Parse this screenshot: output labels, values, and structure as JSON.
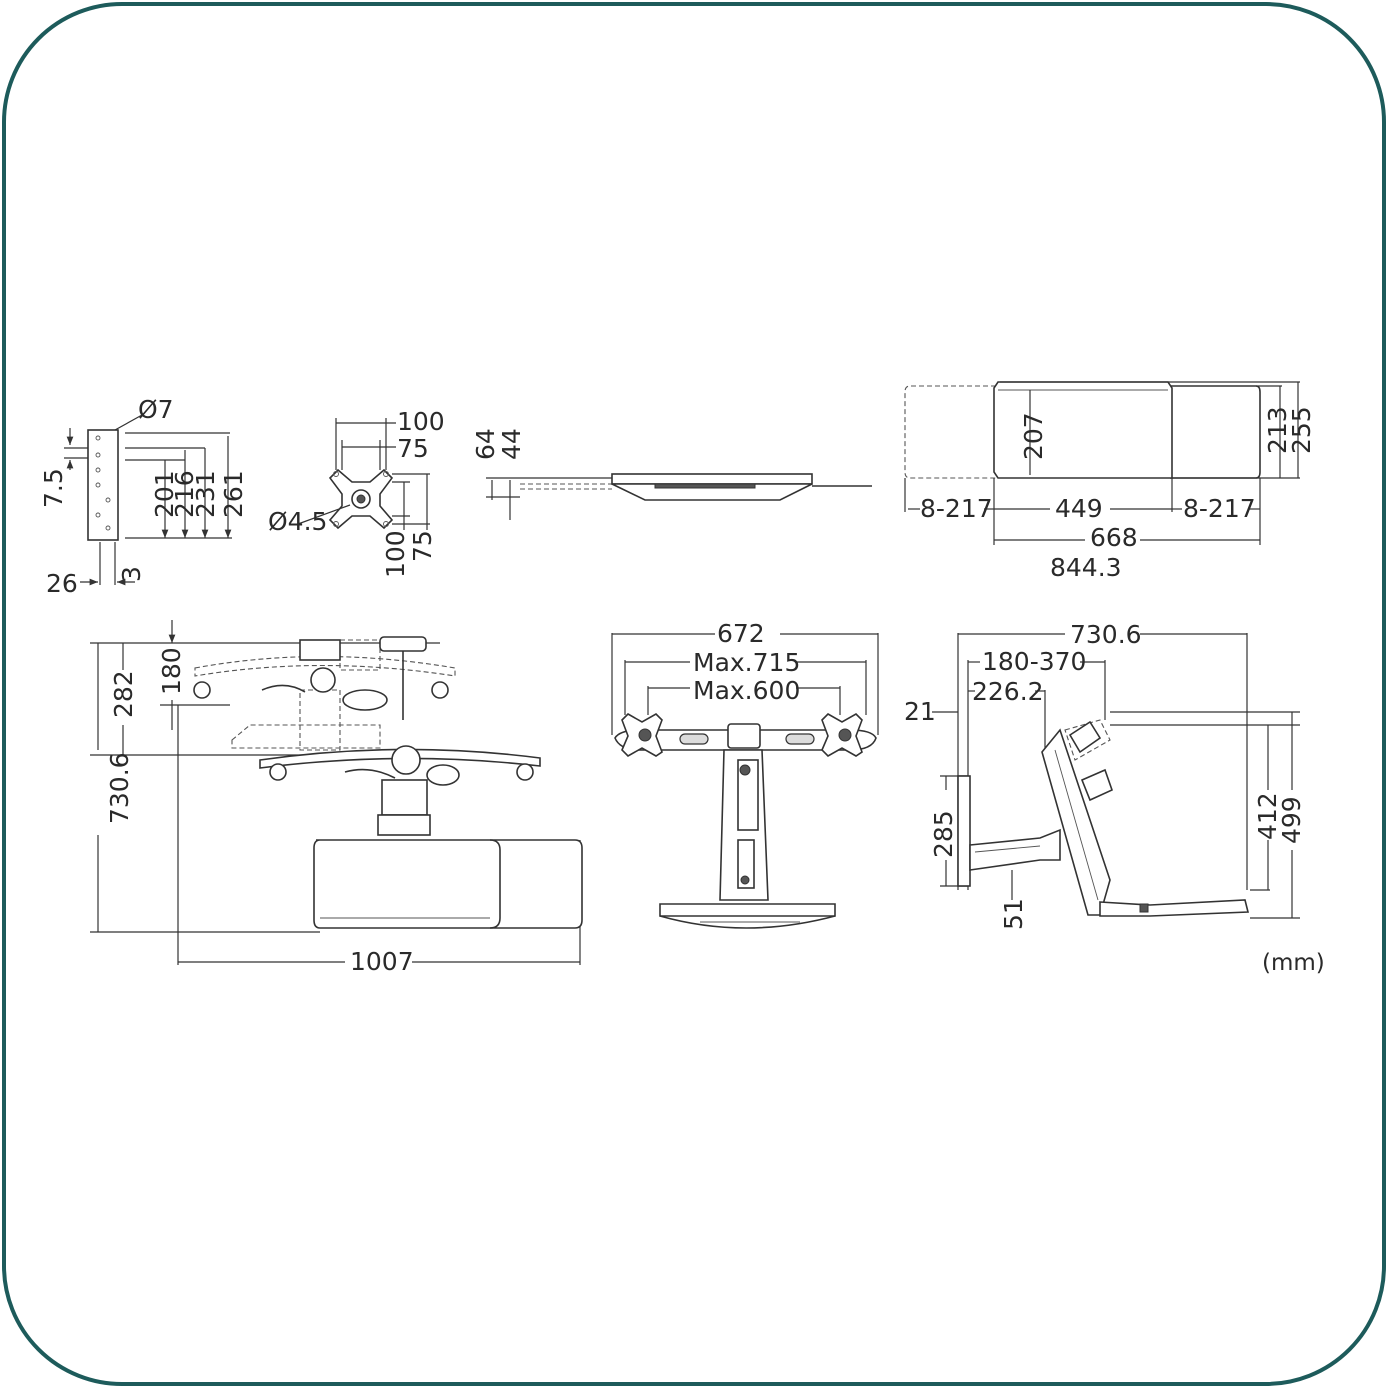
{
  "colors": {
    "frame": "#1d5b5b",
    "line": "#333333",
    "text": "#2a2a2a"
  },
  "unit": "(mm)",
  "bracket_view": {
    "hole_dia": "Ø7",
    "dims_vertical": [
      "7.5",
      "201",
      "216",
      "231",
      "261"
    ],
    "dims_bottom": [
      "26",
      "3"
    ]
  },
  "vesa_view": {
    "top": [
      "100",
      "75"
    ],
    "right": [
      "100",
      "75"
    ],
    "hole_dia": "Ø4.5"
  },
  "tray_side_view": {
    "dims": [
      "64",
      "44"
    ]
  },
  "tray_top_view": {
    "height_inner": "207",
    "height_a": "213",
    "height_b": "255",
    "left_ext": "8-217",
    "center": "449",
    "right_ext": "8-217",
    "width": "668",
    "width_total": "844.3"
  },
  "side_assembly_view": {
    "height_total": "730.6",
    "upper": "282",
    "upper_inner": "180",
    "width": "1007"
  },
  "front_view": {
    "width": "672",
    "max_a": "Max.715",
    "max_b": "Max.600"
  },
  "profile_view": {
    "width": "730.6",
    "reach": "180-370",
    "offset": "226.2",
    "top_gap": "21",
    "arm_height": "285",
    "base_gap": "51",
    "height_a": "412",
    "height_b": "499"
  }
}
